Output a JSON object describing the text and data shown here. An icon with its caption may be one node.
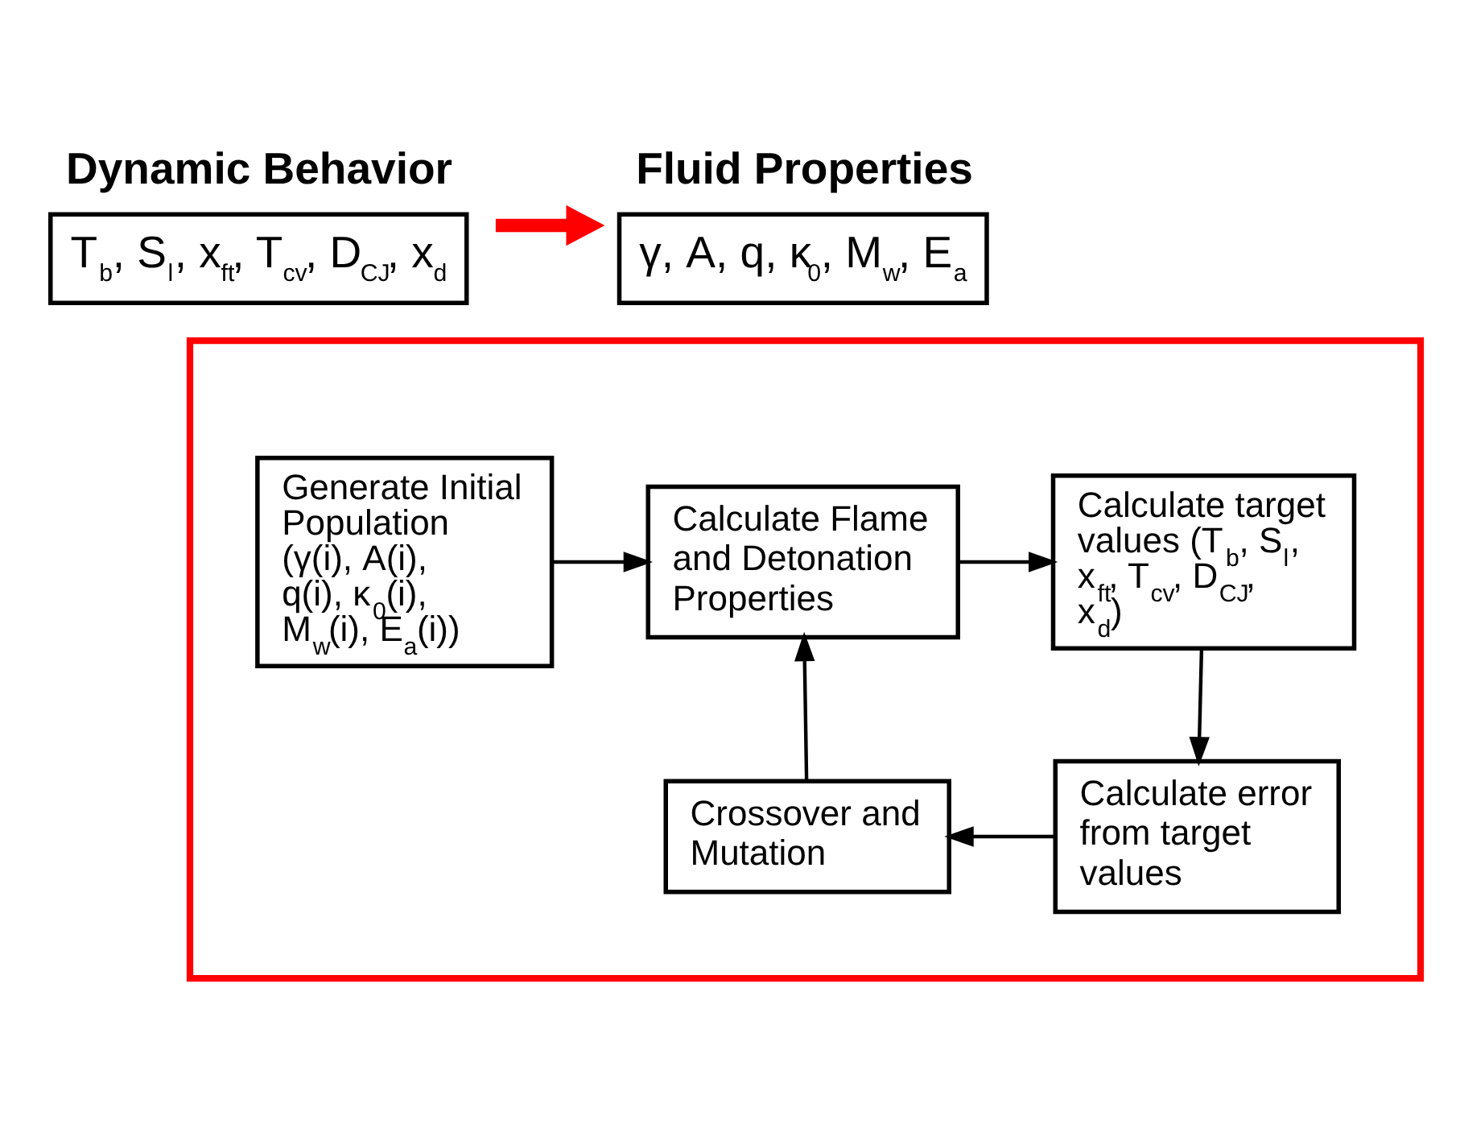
{
  "diagram": {
    "nodes": [
      {
        "text": [
          "Fluid Properties",
          "γ, A, q, κ$_{0}$, M$_{w}$, E$_{a}$"
        ]
      },
      {
        "text": [
          "Dynamic Behavior",
          "T$_{b}$, S$_{l}$, x$_{ft}$, T$_{cv}$, D$_{CJ}$, x$_{d}$"
        ]
      },
      {
        "text": [],
        "shape": "box"
      },
      {
        "text": [
          "Generate Initial Population (γ(i), A(i), q(i), κ$_{0}$(i), M$_{w}$(i), E$_{a}$(i))"
        ],
        "in": 2
      },
      {
        "text": [
          "Calculate Flame and Detonation Properties"
        ],
        "in": 2
      },
      {
        "text": [
          "Calculate target values (T$_{b}$, S$_{l}$, x$_{ft}$, T$_{cv}$, D$_{CJ}$, x$_{d}$)"
        ],
        "in": 2
      },
      {
        "text": [
          "Calculate error from target values"
        ],
        "in": 2
      },
      {
        "text": [
          "Crossover and Mutation"
        ],
        "in": 2
      }
    ],
    "edges": [
      {
        "from": 1,
        "to": 0,
        "arrow": "to",
        "style": "thick",
        "color": "#ff0000"
      },
      {
        "from": 3,
        "to": 4,
        "arrow": "to"
      },
      {
        "from": 4,
        "to": 5,
        "arrow": "to"
      },
      {
        "from": 5,
        "to": 6,
        "arrow": "to"
      },
      {
        "from": 6,
        "to": 7,
        "arrow": "to"
      },
      {
        "from": 7,
        "to": 4,
        "arrow": "to"
      }
    ]
  }
}
